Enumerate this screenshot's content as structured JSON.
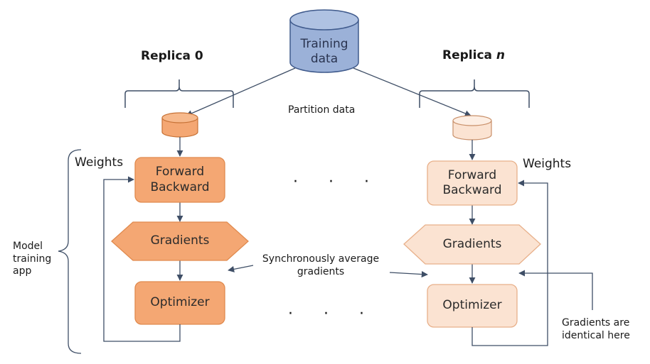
{
  "colors": {
    "replica0_fill": "#F4A773",
    "replica0_stroke": "#E08A4E",
    "replican_fill": "#FBE3D2",
    "replican_stroke": "#E8B08A",
    "db_fill": "#9BB1D8",
    "db_stroke": "#3F5A8C",
    "arrow": "#3E4E66"
  },
  "data_source": {
    "label": "Training\ndata"
  },
  "replica0": {
    "title": "Replica 0",
    "forward_backward": "Forward\nBackward",
    "gradients": "Gradients",
    "optimizer": "Optimizer",
    "weights_label": "Weights"
  },
  "replican": {
    "title_prefix": "Replica ",
    "title_var": "n",
    "forward_backward": "Forward\nBackward",
    "gradients": "Gradients",
    "optimizer": "Optimizer",
    "weights_label": "Weights"
  },
  "annotations": {
    "partition": "Partition data",
    "sync": "Synchronously average\ngradients",
    "model_app": "Model\ntraining\napp",
    "identical": "Gradients are\nidentical here"
  },
  "ellipsis": "· · ·"
}
